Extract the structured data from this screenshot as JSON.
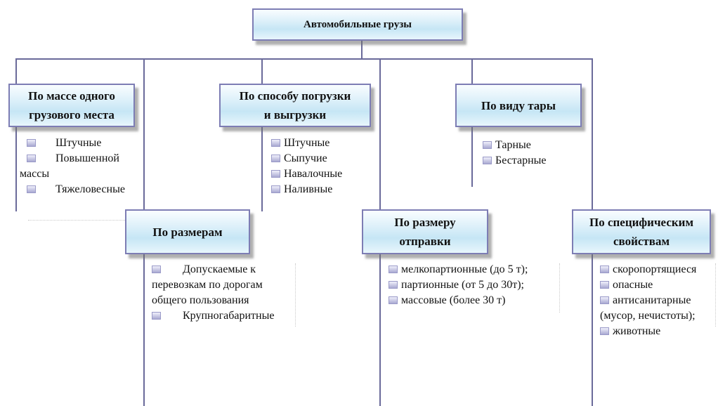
{
  "root": {
    "title": "Автомобильные грузы"
  },
  "categories": {
    "by_mass": {
      "title": "По массе одного\nгрузового места",
      "items": [
        "Штучные",
        "Повышенной",
        "массы",
        "Тяжеловесные"
      ]
    },
    "by_loading": {
      "title": "По способу погрузки\nи выгрузки",
      "items": [
        "Штучные",
        "Сыпучие",
        "Навалочные",
        "Наливные"
      ]
    },
    "by_container": {
      "title": "По виду тары",
      "items": [
        "Тарные",
        "Бестарные"
      ]
    },
    "by_size": {
      "title": "По размерам",
      "items": [
        "Допускаемые к",
        "перевозкам по дорогам",
        "общего пользования",
        "Крупногабаритные"
      ]
    },
    "by_shipment": {
      "title": "По размеру\nотправки",
      "items": [
        "мелкопартионные (до 5 т);",
        "партионные (от 5 до 30т);",
        "массовые (более 30 т)"
      ]
    },
    "by_properties": {
      "title": "По специфическим\nсвойствам",
      "items": [
        "скоропортящиеся",
        "опасные",
        "антисанитарные",
        "(мусор, нечистоты);",
        "животные"
      ]
    }
  }
}
